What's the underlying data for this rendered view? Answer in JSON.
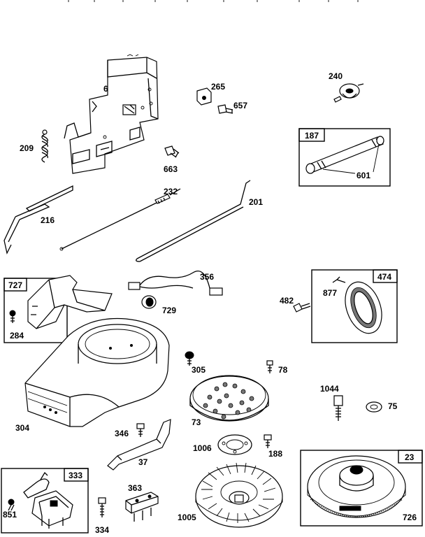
{
  "diagram": {
    "parts": {
      "p240": "240",
      "p187": "187",
      "p601": "601",
      "p265": "265",
      "p657": "657",
      "p663a": "663",
      "p663b": "663",
      "p209": "209",
      "p232": "232",
      "p201": "201",
      "p216": "216",
      "p727": "727",
      "p284": "284",
      "p356": "356",
      "p729": "729",
      "p474": "474",
      "p877": "877",
      "p482": "482",
      "p305": "305",
      "p78": "78",
      "p304": "304",
      "p73": "73",
      "p1044": "1044",
      "p75": "75",
      "p346": "346",
      "p37": "37",
      "p1006": "1006",
      "p188": "188",
      "p23": "23",
      "p726": "726",
      "p333": "333",
      "p851": "851",
      "p363": "363",
      "p334": "334",
      "p1005": "1005"
    }
  }
}
